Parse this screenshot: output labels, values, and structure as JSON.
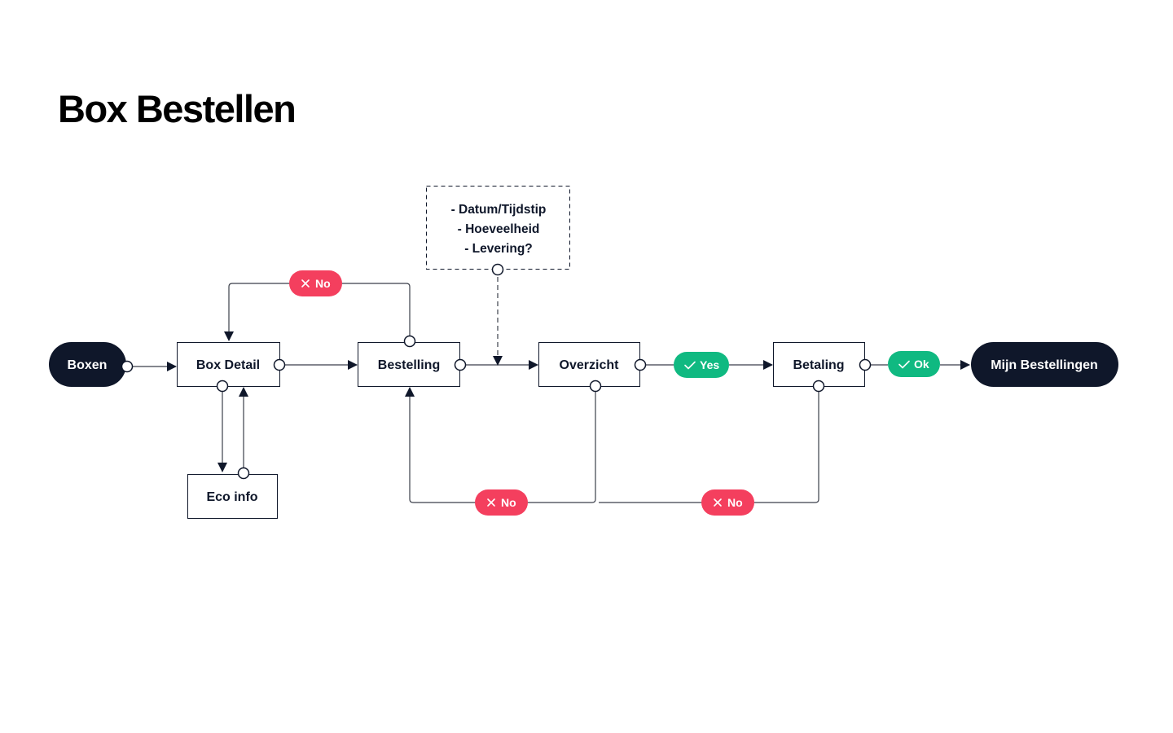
{
  "title": "Box Bestellen",
  "colors": {
    "dark_node": "#0f172a",
    "no_badge": "#f43f5e",
    "yes_badge": "#10b981",
    "line": "#3b3f4a"
  },
  "nodes": {
    "boxen": "Boxen",
    "box_detail": "Box Detail",
    "bestelling": "Bestelling",
    "overzicht": "Overzicht",
    "betaling": "Betaling",
    "mijn_bestellingen": "Mijn Bestellingen",
    "eco_info": "Eco info"
  },
  "note": {
    "lines": [
      "- Datum/Tijdstip",
      "- Hoeveelheid",
      "- Levering?"
    ]
  },
  "badges": {
    "no_top": "No",
    "yes": "Yes",
    "ok": "Ok",
    "no_bottom_left": "No",
    "no_bottom_right": "No"
  },
  "icons": {
    "no": "close-icon",
    "yes": "check-icon"
  }
}
